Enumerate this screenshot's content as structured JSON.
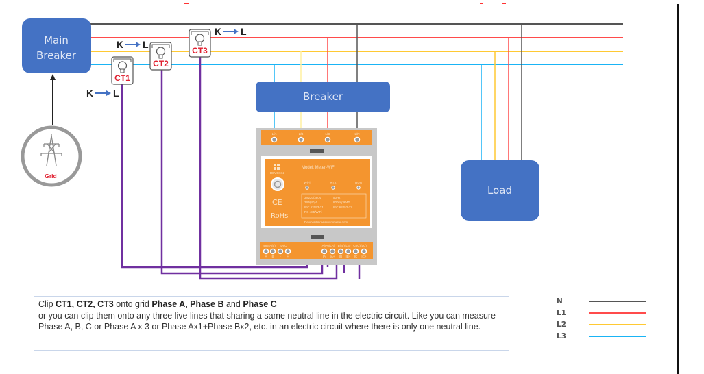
{
  "colors": {
    "neutral": "#555555",
    "l1": "#ff4b4b",
    "l2": "#ffc933",
    "l3": "#1ab4f5",
    "ct_wire": "#7030a0",
    "box_fill": "#4472c4",
    "meter_orange": "#f4952f",
    "meter_grey": "#c8c8c8"
  },
  "diagram": {
    "main_breaker": {
      "line1": "Main",
      "line2": "Breaker"
    },
    "breaker": {
      "label": "Breaker"
    },
    "load": {
      "label": "Load"
    },
    "grid": {
      "label": "Grid",
      "icon": "power-tower-icon"
    },
    "cts": [
      {
        "label": "CT1",
        "direction": {
          "from": "K",
          "to": "L"
        }
      },
      {
        "label": "CT2",
        "direction": {
          "from": "K",
          "to": "L"
        }
      },
      {
        "label": "CT3",
        "direction": {
          "from": "K",
          "to": "L"
        }
      }
    ],
    "meter": {
      "brand": "DEVCKIN",
      "model": "Model: Meter-WiFi",
      "top_terminals": [
        "L/A",
        "L/B",
        "L/C",
        "L/N"
      ],
      "indicators": [
        "WiFi",
        "RTX",
        "RUN"
      ],
      "ce_mark": "CE",
      "rohs_mark": "RoHs",
      "specs": [
        "3X220/380V",
        "50Hz",
        "3X5(40)A",
        "800imp/kWh",
        "IEC 62053-21",
        "IEC 62052-11",
        "RS-485/WiFi"
      ],
      "url_text": "DeviceWeb:www.iammeter.com",
      "bottom_groups": [
        "485(A/B)",
        "DI/O",
        "A(IA)(LA)",
        "B(IB)(LB)",
        "C(IC)(LC)"
      ],
      "bottom_pins": [
        "A",
        "B",
        "-",
        "+",
        "IA",
        "IA+",
        "IB",
        "IB+",
        "IC",
        "IC+"
      ]
    }
  },
  "note": {
    "line1_prefix": "Clip ",
    "line1_cts": "CT1, CT2, CT3",
    "line1_mid": " onto grid ",
    "line1_pa": "Phase A, Phase B",
    "line1_and": " and ",
    "line1_pc": "Phase C",
    "body": "or you can clip them onto any three live lines that sharing a same neutral line in the electric circuit. Like you can measure Phase A, B, C or Phase A x 3 or Phase Ax1+Phase Bx2, etc. in an electric circuit where there is only one neutral line."
  },
  "legend": [
    {
      "label": "N",
      "color": "#555555"
    },
    {
      "label": "L1",
      "color": "#ff4b4b"
    },
    {
      "label": "L2",
      "color": "#ffc933"
    },
    {
      "label": "L3",
      "color": "#1ab4f5"
    }
  ]
}
